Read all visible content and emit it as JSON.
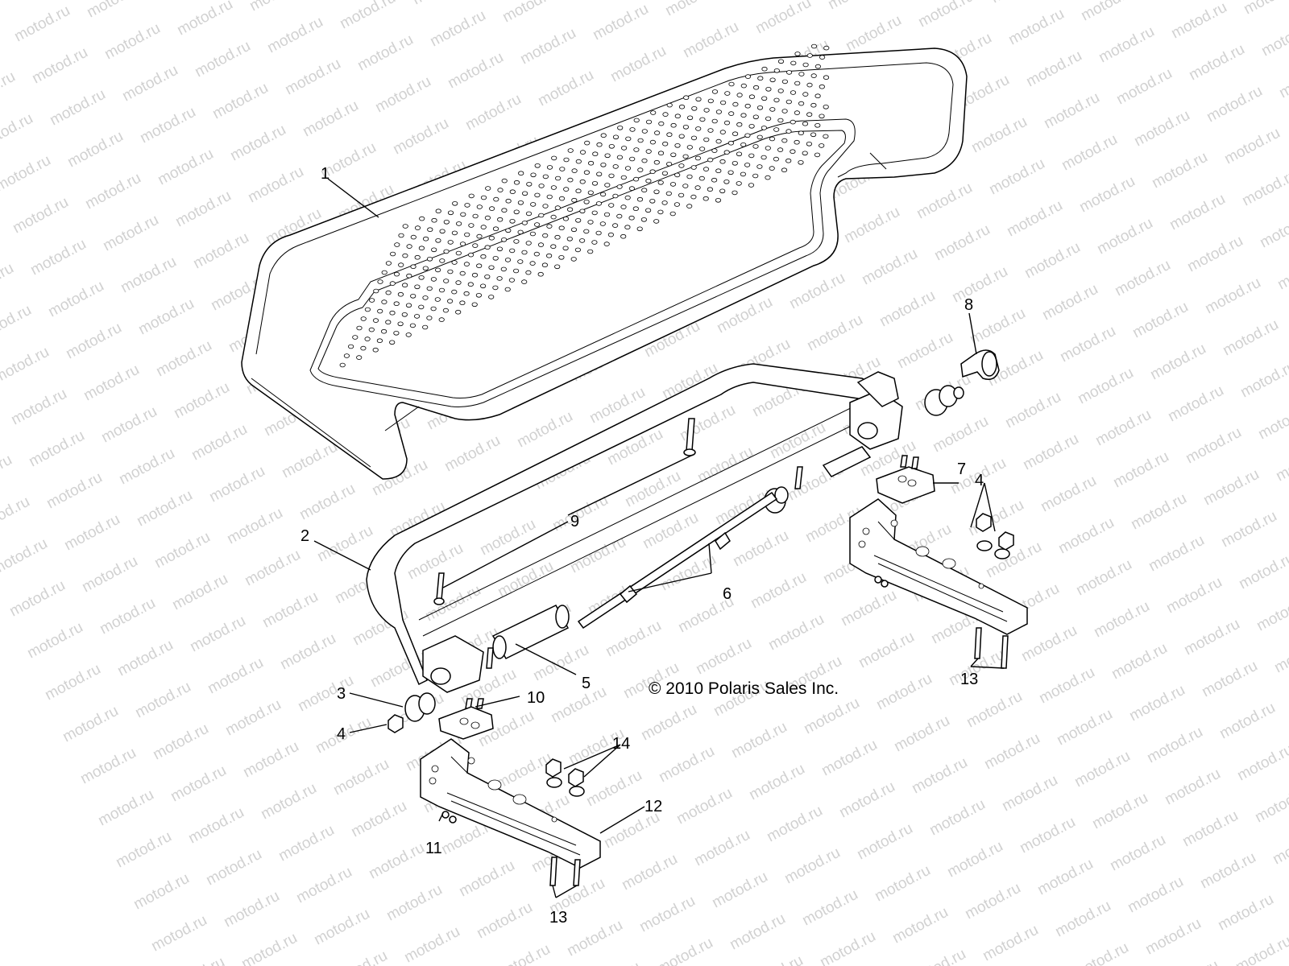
{
  "watermark": "motod.ru",
  "copyright": "© 2010 Polaris Sales Inc.",
  "callouts": [
    {
      "id": "c1",
      "label": "1"
    },
    {
      "id": "c2",
      "label": "2"
    },
    {
      "id": "c3",
      "label": "3"
    },
    {
      "id": "c4a",
      "label": "4"
    },
    {
      "id": "c4b",
      "label": "4"
    },
    {
      "id": "c5",
      "label": "5"
    },
    {
      "id": "c6",
      "label": "6"
    },
    {
      "id": "c7",
      "label": "7"
    },
    {
      "id": "c8",
      "label": "8"
    },
    {
      "id": "c9",
      "label": "9"
    },
    {
      "id": "c10",
      "label": "10"
    },
    {
      "id": "c11",
      "label": "11"
    },
    {
      "id": "c12",
      "label": "12"
    },
    {
      "id": "c13a",
      "label": "13"
    },
    {
      "id": "c13b",
      "label": "13"
    },
    {
      "id": "c14",
      "label": "14"
    }
  ]
}
